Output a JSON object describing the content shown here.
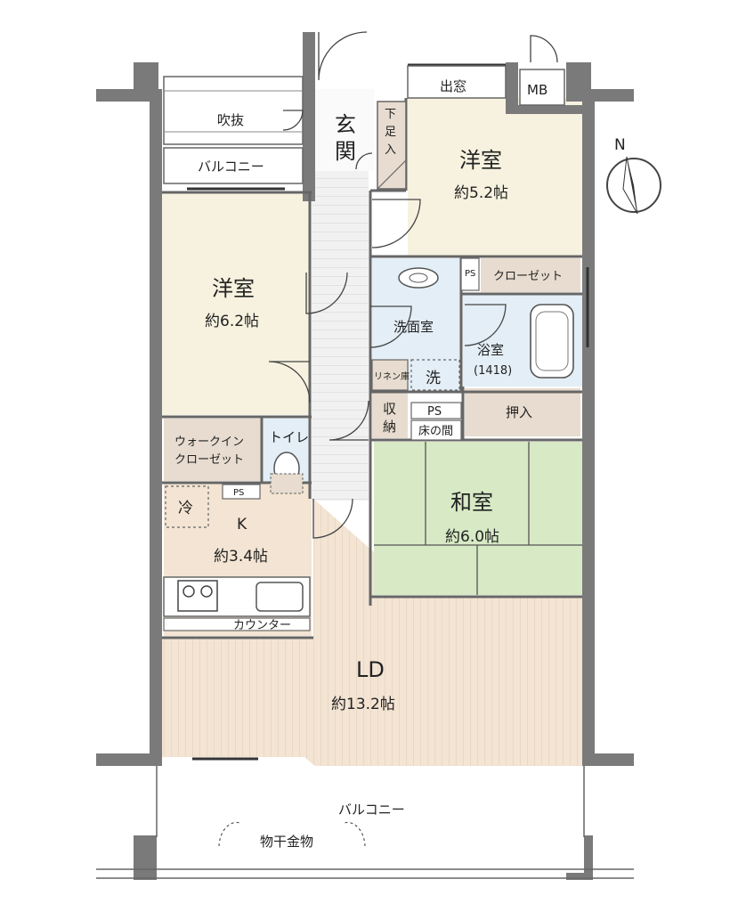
{
  "rooms": {
    "western_top_right": {
      "name": "洋室",
      "size": "約5.2帖"
    },
    "western_left": {
      "name": "洋室",
      "size": "約6.2帖"
    },
    "japanese": {
      "name": "和室",
      "size": "約6.0帖"
    },
    "kitchen": {
      "name": "K",
      "size": "約3.4帖"
    },
    "living": {
      "name": "LD",
      "size": "約13.2帖"
    }
  },
  "labels": {
    "fukinuke": "吹抜",
    "balcony_top": "バルコニー",
    "genkan": "玄関",
    "getabako": "下足入",
    "demado": "出窓",
    "mb": "MB",
    "ps_top": "PS",
    "closet": "クローゼット",
    "senmen": "洗面室",
    "linen": "リネン庫",
    "sen": "洗",
    "yokushitsu": "浴室",
    "bath_size": "(1418)",
    "shuno": "収納",
    "ps_mid": "PS",
    "tokonoma": "床の間",
    "oshiire": "押入",
    "walkin": "ウォークイン",
    "walkin2": "クローゼット",
    "toilet": "トイレ",
    "rei": "冷",
    "ps_kitchen": "PS",
    "counter": "カウンター",
    "balcony_bottom": "バルコニー",
    "monohoshi": "物干金物"
  },
  "compass": {
    "label": "N"
  },
  "colors": {
    "western": "#f6f2df",
    "japanese": "#d7e9c5",
    "living": "#f3e4d3",
    "hall": "#efefef",
    "wet": "#e1ecf4",
    "storage": "#e7dccf",
    "wall": "#7a7a7a"
  }
}
